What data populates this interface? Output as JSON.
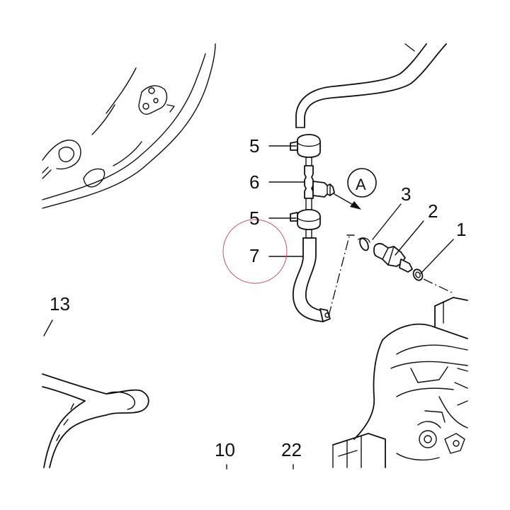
{
  "diagram": {
    "callouts": {
      "c1": "1",
      "c2": "2",
      "c3": "3",
      "c5_top": "5",
      "c6": "6",
      "c5_bottom": "5",
      "c7": "7",
      "c13": "13",
      "c10": "10",
      "c22": "22",
      "detail_ref": "A"
    },
    "colors": {
      "ink": "#111111",
      "highlight_circle": "#c8506a",
      "background": "#ffffff"
    }
  }
}
